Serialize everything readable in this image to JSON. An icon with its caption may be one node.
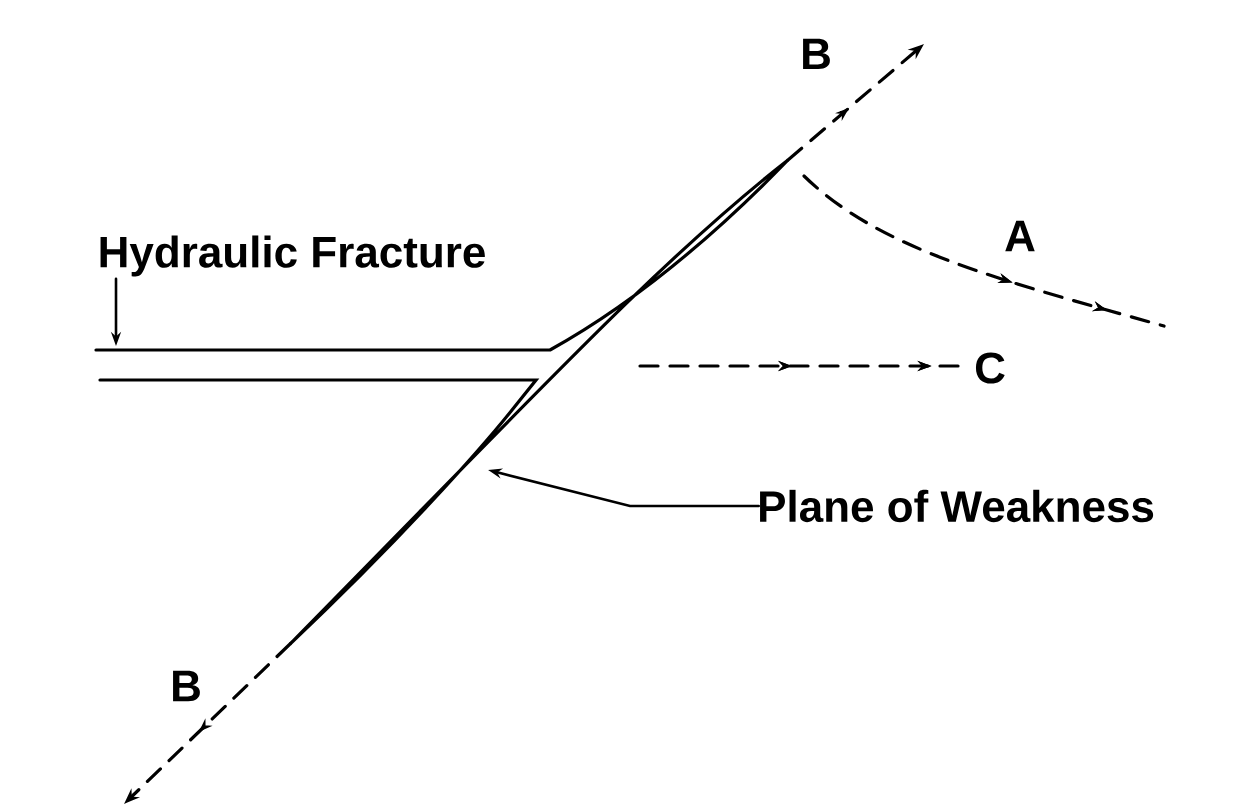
{
  "diagram": {
    "nodes": [
      {
        "text": [
          "Hydraulic Fracture"
        ]
      },
      {
        "text": [
          "Plane of Weakness"
        ]
      }
    ],
    "edges": [
      {
        "from": 0,
        "to": null,
        "arrow": "to"
      },
      {
        "from": 1,
        "to": null,
        "arrow": "to"
      }
    ],
    "labels": [
      "B",
      "A",
      "C",
      "B"
    ]
  }
}
